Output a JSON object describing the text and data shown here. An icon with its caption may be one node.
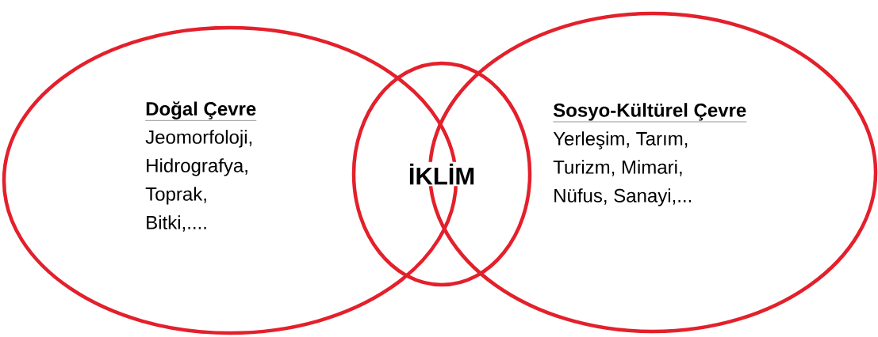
{
  "diagram": {
    "nodes": [
      {
        "text": [
          "Doğal Çevre",
          "Jeomorfoloji, Hidrografya, Toprak, Bitki,...."
        ]
      },
      {
        "text": [
          "İKLİM"
        ]
      },
      {
        "text": [
          "Sosyo-Kültürel Çevre",
          "Yerleşim, Tarım, Turizm, Mimari, Nüfus, Sanayi,..."
        ]
      }
    ]
  }
}
